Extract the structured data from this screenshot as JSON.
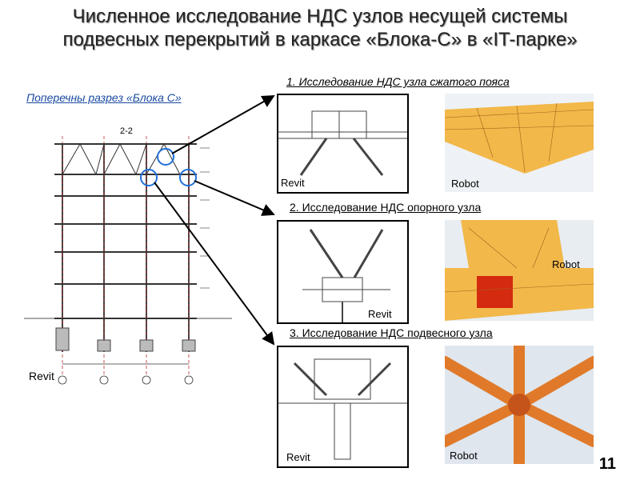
{
  "title_line1": "Численное исследование НДС узлов несущей системы",
  "title_line2": "подвесных перекрытий в каркасе «Блока-С» в «IT-парке»",
  "section_label": "Поперечны разрез «Блока С»",
  "section_drawing_label": "2-2",
  "left_software": "Revit",
  "studies": [
    {
      "label": "1. Исследование НДС узла сжатого пояса",
      "left_tag": "Revit",
      "right_tag": "Robot"
    },
    {
      "label": "2.  Исследование НДС опорного узла",
      "left_tag": "Revit",
      "right_tag": "Robot"
    },
    {
      "label": "3.  Исследование НДС подвесного узла",
      "left_tag": "Revit",
      "right_tag": "Robot"
    }
  ],
  "page_number": "11",
  "colors": {
    "arrow": "#000000",
    "circle": "#1f6fd6",
    "mesh_light": "#f2b84a",
    "mesh_dark": "#c4541a",
    "stress_red": "#d42a10"
  }
}
